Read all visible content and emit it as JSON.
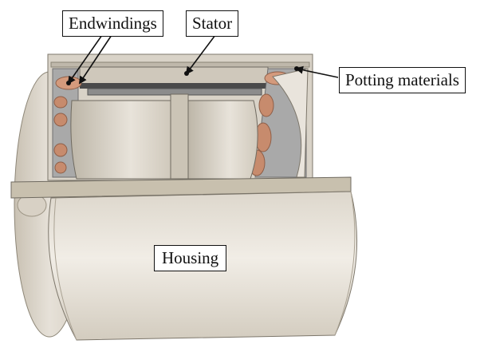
{
  "labels": {
    "endwindings": "Endwindings",
    "stator": "Stator",
    "potting": "Potting materials",
    "housing": "Housing"
  },
  "colors": {
    "housing": "#e9e4dc",
    "housing_shadow": "#c9c2b6",
    "stator_dark": "#4a4a4a",
    "copper": "#d49a7c",
    "potting_gray": "#a9a9a9",
    "flange": "#c8c0ae"
  }
}
